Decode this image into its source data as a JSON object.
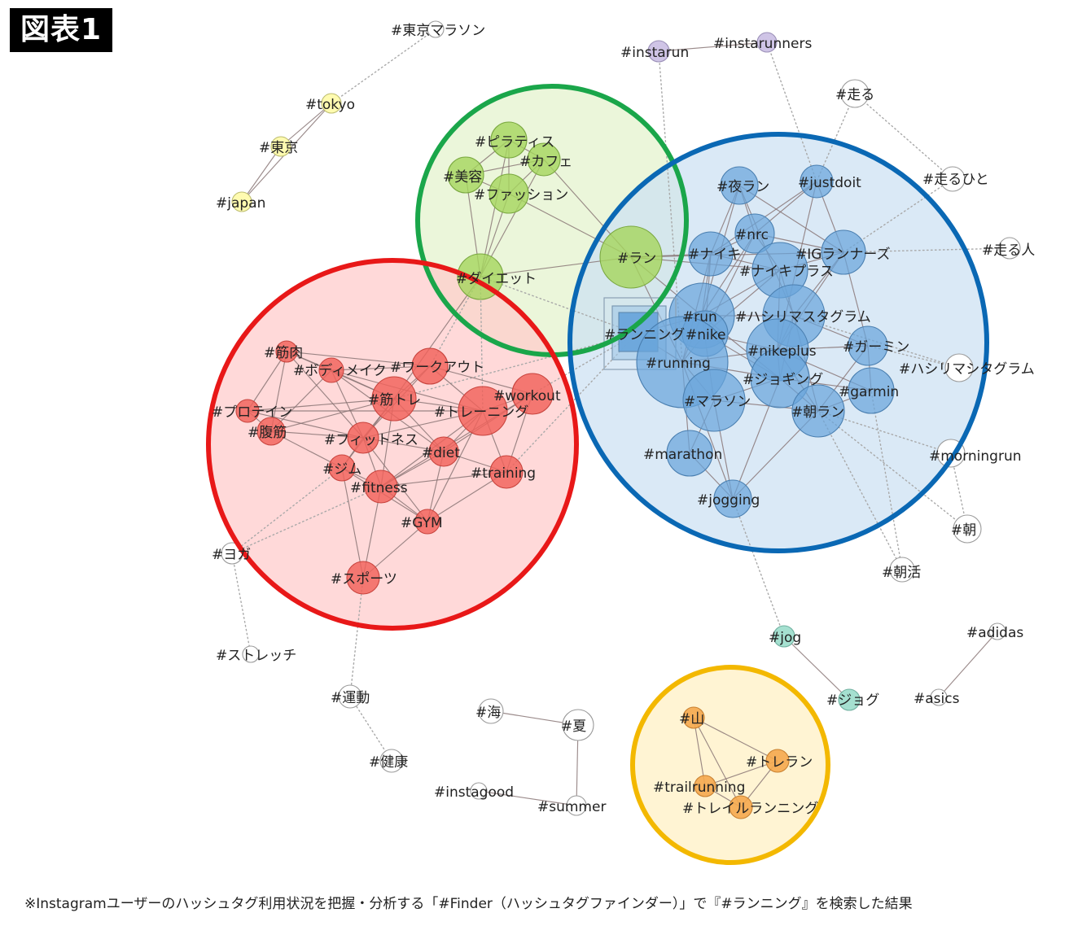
{
  "title_badge": "図表1",
  "footnote": "※Instagramユーザーのハッシュタグ利用状況を把握・分析する「#Finder（ハッシュタグファインダー）」で『#ランニング』を検索した結果",
  "colors": {
    "red": "#e81818",
    "green": "#1aa64a",
    "blue": "#0a68b4",
    "yellow": "#f3b800",
    "red_node": "#f2625a",
    "green_node": "#a5d65c",
    "blue_node": "#6aa5db",
    "yellow_node": "#fffbb0",
    "purple_node": "#cfc4e6",
    "teal_node": "#a5e0d0",
    "orange_node": "#f5a94e"
  },
  "groups": [
    {
      "id": "green",
      "color": "#1aa64a",
      "fill": "#e3f3cc"
    },
    {
      "id": "blue",
      "color": "#0a68b4",
      "fill": "#cce1f3"
    },
    {
      "id": "red",
      "color": "#e81818",
      "fill": "#ffcaca"
    },
    {
      "id": "yellow",
      "color": "#f3b800",
      "fill": "#fff0c2"
    }
  ],
  "nodes": [
    {
      "id": "tokyomarathon",
      "label": "#東京マラソン",
      "group": "white"
    },
    {
      "id": "tokyo",
      "label": "#tokyo",
      "group": "yellow"
    },
    {
      "id": "toukyou",
      "label": "#東京",
      "group": "yellow"
    },
    {
      "id": "japan",
      "label": "#japan",
      "group": "yellow"
    },
    {
      "id": "instarun",
      "label": "#instarun",
      "group": "purple"
    },
    {
      "id": "instarunners",
      "label": "#instarunners",
      "group": "purple"
    },
    {
      "id": "hashiru",
      "label": "#走る",
      "group": "white"
    },
    {
      "id": "hashiruhito",
      "label": "#走るひと",
      "group": "white"
    },
    {
      "id": "hashiruhito2",
      "label": "#走る人",
      "group": "white"
    },
    {
      "id": "pilates",
      "label": "#ピラティス",
      "group": "green"
    },
    {
      "id": "cafe",
      "label": "#カフェ",
      "group": "green"
    },
    {
      "id": "biyou",
      "label": "#美容",
      "group": "green"
    },
    {
      "id": "fashion",
      "label": "#ファッション",
      "group": "green"
    },
    {
      "id": "ran",
      "label": "#ラン",
      "group": "green"
    },
    {
      "id": "diet_jp",
      "label": "#ダイエット",
      "group": "green"
    },
    {
      "id": "yoru",
      "label": "#夜ラン",
      "group": "blue"
    },
    {
      "id": "justdoit",
      "label": "#justdoit",
      "group": "blue"
    },
    {
      "id": "nrc",
      "label": "#nrc",
      "group": "blue"
    },
    {
      "id": "nike_jp",
      "label": "#ナイキ",
      "group": "blue"
    },
    {
      "id": "igrunners",
      "label": "#IGランナーズ",
      "group": "blue"
    },
    {
      "id": "nikeplus_jp",
      "label": "#ナイキプラス",
      "group": "blue"
    },
    {
      "id": "run",
      "label": "#run",
      "group": "blue"
    },
    {
      "id": "hashirimasu",
      "label": "#ハシリマスタグラム",
      "group": "blue"
    },
    {
      "id": "running_jp",
      "label": "#ランニング",
      "group": "blue"
    },
    {
      "id": "nike",
      "label": "#nike",
      "group": "blue"
    },
    {
      "id": "running",
      "label": "#running",
      "group": "blue"
    },
    {
      "id": "nikeplus",
      "label": "#nikeplus",
      "group": "blue"
    },
    {
      "id": "garmin_jp",
      "label": "#ガーミン",
      "group": "blue"
    },
    {
      "id": "hashirimashi",
      "label": "#ハシリマシタグラム",
      "group": "white"
    },
    {
      "id": "jogging_jp",
      "label": "#ジョギング",
      "group": "blue"
    },
    {
      "id": "garmin",
      "label": "#garmin",
      "group": "blue"
    },
    {
      "id": "marathon_jp",
      "label": "#マラソン",
      "group": "blue"
    },
    {
      "id": "asa_ran",
      "label": "#朝ラン",
      "group": "blue"
    },
    {
      "id": "marathon",
      "label": "#marathon",
      "group": "blue"
    },
    {
      "id": "morningrun",
      "label": "#morningrun",
      "group": "white"
    },
    {
      "id": "jogging",
      "label": "#jogging",
      "group": "blue"
    },
    {
      "id": "asa",
      "label": "#朝",
      "group": "white"
    },
    {
      "id": "asakatsu",
      "label": "#朝活",
      "group": "white"
    },
    {
      "id": "kinniku",
      "label": "#筋肉",
      "group": "red"
    },
    {
      "id": "bodymake",
      "label": "#ボディメイク",
      "group": "red"
    },
    {
      "id": "workout_jp",
      "label": "#ワークアウト",
      "group": "red"
    },
    {
      "id": "kintore",
      "label": "#筋トレ",
      "group": "red"
    },
    {
      "id": "workout",
      "label": "#workout",
      "group": "red"
    },
    {
      "id": "protein",
      "label": "#プロテイン",
      "group": "red"
    },
    {
      "id": "training_jp",
      "label": "#トレーニング",
      "group": "red"
    },
    {
      "id": "fukkin",
      "label": "#腹筋",
      "group": "red"
    },
    {
      "id": "fitness_jp",
      "label": "#フィットネス",
      "group": "red"
    },
    {
      "id": "diet",
      "label": "#diet",
      "group": "red"
    },
    {
      "id": "gym_jp",
      "label": "#ジム",
      "group": "red"
    },
    {
      "id": "training",
      "label": "#training",
      "group": "red"
    },
    {
      "id": "fitness",
      "label": "#fitness",
      "group": "red"
    },
    {
      "id": "gym",
      "label": "#GYM",
      "group": "red"
    },
    {
      "id": "sports",
      "label": "#スポーツ",
      "group": "red"
    },
    {
      "id": "yoga",
      "label": "#ヨガ",
      "group": "white"
    },
    {
      "id": "stretch",
      "label": "#ストレッチ",
      "group": "white"
    },
    {
      "id": "undou",
      "label": "#運動",
      "group": "white"
    },
    {
      "id": "kenkou",
      "label": "#健康",
      "group": "white"
    },
    {
      "id": "umi",
      "label": "#海",
      "group": "white"
    },
    {
      "id": "natsu",
      "label": "#夏",
      "group": "white"
    },
    {
      "id": "instagood",
      "label": "#instagood",
      "group": "white"
    },
    {
      "id": "summer",
      "label": "#summer",
      "group": "white"
    },
    {
      "id": "jog",
      "label": "#jog",
      "group": "teal"
    },
    {
      "id": "jog_jp",
      "label": "#ジョグ",
      "group": "teal"
    },
    {
      "id": "adidas",
      "label": "#adidas",
      "group": "white"
    },
    {
      "id": "asics",
      "label": "#asics",
      "group": "white"
    },
    {
      "id": "yama",
      "label": "#山",
      "group": "orange"
    },
    {
      "id": "toreran",
      "label": "#トレラン",
      "group": "orange"
    },
    {
      "id": "trailrunning",
      "label": "#trailrunning",
      "group": "orange"
    },
    {
      "id": "trail_jp",
      "label": "#トレイルランニング",
      "group": "orange"
    }
  ],
  "edges": [
    [
      "tokyo",
      "toukyou"
    ],
    [
      "toukyou",
      "japan"
    ],
    [
      "tokyo",
      "japan"
    ],
    [
      "instarun",
      "instarunners"
    ],
    [
      "jog",
      "jog_jp"
    ],
    [
      "adidas",
      "asics"
    ],
    [
      "umi",
      "natsu"
    ],
    [
      "natsu",
      "summer"
    ],
    [
      "instagood",
      "summer"
    ],
    [
      "yama",
      "toreran"
    ],
    [
      "yama",
      "trailrunning"
    ],
    [
      "yama",
      "trail_jp"
    ],
    [
      "toreran",
      "trailrunning"
    ],
    [
      "toreran",
      "trail_jp"
    ],
    [
      "trailrunning",
      "trail_jp"
    ],
    [
      "pilates",
      "cafe"
    ],
    [
      "pilates",
      "biyou"
    ],
    [
      "pilates",
      "fashion"
    ],
    [
      "cafe",
      "fashion"
    ],
    [
      "biyou",
      "fashion"
    ],
    [
      "biyou",
      "cafe"
    ],
    [
      "diet_jp",
      "pilates"
    ],
    [
      "diet_jp",
      "cafe"
    ],
    [
      "diet_jp",
      "biyou"
    ],
    [
      "diet_jp",
      "fashion"
    ],
    [
      "ran",
      "diet_jp"
    ],
    [
      "ran",
      "cafe"
    ],
    [
      "ran",
      "fashion"
    ],
    [
      "ran",
      "nike_jp"
    ],
    [
      "ran",
      "igrunners"
    ],
    [
      "ran",
      "run"
    ],
    [
      "ran",
      "running"
    ],
    [
      "ran",
      "nikeplus_jp"
    ],
    [
      "yoru",
      "nrc"
    ],
    [
      "yoru",
      "nike_jp"
    ],
    [
      "yoru",
      "igrunners"
    ],
    [
      "yoru",
      "hashirimasu"
    ],
    [
      "yoru",
      "run"
    ],
    [
      "justdoit",
      "nrc"
    ],
    [
      "justdoit",
      "igrunners"
    ],
    [
      "justdoit",
      "nike_jp"
    ],
    [
      "justdoit",
      "nikeplus"
    ],
    [
      "nrc",
      "nike_jp"
    ],
    [
      "nrc",
      "igrunners"
    ],
    [
      "nrc",
      "nikeplus_jp"
    ],
    [
      "nrc",
      "run"
    ],
    [
      "nrc",
      "nike"
    ],
    [
      "nike_jp",
      "nikeplus_jp"
    ],
    [
      "nike_jp",
      "run"
    ],
    [
      "nike_jp",
      "nike"
    ],
    [
      "nike_jp",
      "running"
    ],
    [
      "igrunners",
      "nikeplus_jp"
    ],
    [
      "igrunners",
      "hashirimasu"
    ],
    [
      "igrunners",
      "garmin_jp"
    ],
    [
      "igrunners",
      "nikeplus"
    ],
    [
      "nikeplus_jp",
      "run"
    ],
    [
      "nikeplus_jp",
      "hashirimasu"
    ],
    [
      "nikeplus_jp",
      "nikeplus"
    ],
    [
      "nikeplus_jp",
      "nike"
    ],
    [
      "run",
      "nike"
    ],
    [
      "run",
      "running"
    ],
    [
      "run",
      "hashirimasu"
    ],
    [
      "run",
      "marathon_jp"
    ],
    [
      "run",
      "jogging_jp"
    ],
    [
      "hashirimasu",
      "nikeplus"
    ],
    [
      "hashirimasu",
      "garmin_jp"
    ],
    [
      "hashirimasu",
      "jogging_jp"
    ],
    [
      "hashirimasu",
      "asa_ran"
    ],
    [
      "nike",
      "running"
    ],
    [
      "nike",
      "nikeplus"
    ],
    [
      "nike",
      "jogging_jp"
    ],
    [
      "running",
      "marathon_jp"
    ],
    [
      "running",
      "jogging_jp"
    ],
    [
      "running",
      "marathon"
    ],
    [
      "running",
      "jogging"
    ],
    [
      "running",
      "nikeplus"
    ],
    [
      "nikeplus",
      "garmin_jp"
    ],
    [
      "nikeplus",
      "jogging_jp"
    ],
    [
      "nikeplus",
      "garmin"
    ],
    [
      "nikeplus",
      "asa_ran"
    ],
    [
      "garmin_jp",
      "garmin"
    ],
    [
      "garmin_jp",
      "asa_ran"
    ],
    [
      "jogging_jp",
      "marathon_jp"
    ],
    [
      "jogging_jp",
      "asa_ran"
    ],
    [
      "jogging_jp",
      "garmin"
    ],
    [
      "jogging_jp",
      "jogging"
    ],
    [
      "marathon_jp",
      "marathon"
    ],
    [
      "marathon_jp",
      "jogging"
    ],
    [
      "marathon_jp",
      "asa_ran"
    ],
    [
      "marathon",
      "jogging"
    ],
    [
      "asa_ran",
      "garmin"
    ],
    [
      "asa_ran",
      "jogging"
    ],
    [
      "running_jp",
      "run"
    ],
    [
      "running_jp",
      "running"
    ],
    [
      "running_jp",
      "nike"
    ],
    [
      "kinniku",
      "bodymake"
    ],
    [
      "kinniku",
      "kintore"
    ],
    [
      "kinniku",
      "protein"
    ],
    [
      "kinniku",
      "fukkin"
    ],
    [
      "kinniku",
      "fitness_jp"
    ],
    [
      "kinniku",
      "workout_jp"
    ],
    [
      "bodymake",
      "kintore"
    ],
    [
      "bodymake",
      "workout_jp"
    ],
    [
      "bodymake",
      "fukkin"
    ],
    [
      "bodymake",
      "fitness_jp"
    ],
    [
      "bodymake",
      "diet"
    ],
    [
      "bodymake",
      "training_jp"
    ],
    [
      "workout_jp",
      "kintore"
    ],
    [
      "workout_jp",
      "training_jp"
    ],
    [
      "workout_jp",
      "workout"
    ],
    [
      "workout_jp",
      "fitness_jp"
    ],
    [
      "kintore",
      "training_jp"
    ],
    [
      "kintore",
      "fitness_jp"
    ],
    [
      "kintore",
      "protein"
    ],
    [
      "kintore",
      "fukkin"
    ],
    [
      "kintore",
      "diet"
    ],
    [
      "kintore",
      "gym_jp"
    ],
    [
      "kintore",
      "fitness"
    ],
    [
      "workout",
      "training_jp"
    ],
    [
      "workout",
      "training"
    ],
    [
      "workout",
      "fitness"
    ],
    [
      "workout",
      "diet"
    ],
    [
      "protein",
      "fukkin"
    ],
    [
      "protein",
      "fitness_jp"
    ],
    [
      "protein",
      "training_jp"
    ],
    [
      "fukkin",
      "fitness_jp"
    ],
    [
      "fukkin",
      "gym_jp"
    ],
    [
      "training_jp",
      "fitness_jp"
    ],
    [
      "training_jp",
      "diet"
    ],
    [
      "training_jp",
      "training"
    ],
    [
      "training_jp",
      "fitness"
    ],
    [
      "training_jp",
      "gym"
    ],
    [
      "fitness_jp",
      "gym_jp"
    ],
    [
      "fitness_jp",
      "diet"
    ],
    [
      "fitness_jp",
      "fitness"
    ],
    [
      "fitness_jp",
      "gym"
    ],
    [
      "diet",
      "training"
    ],
    [
      "diet",
      "fitness"
    ],
    [
      "diet",
      "gym"
    ],
    [
      "gym_jp",
      "fitness"
    ],
    [
      "gym_jp",
      "gym"
    ],
    [
      "gym_jp",
      "sports"
    ],
    [
      "training",
      "fitness"
    ],
    [
      "training",
      "gym"
    ],
    [
      "fitness",
      "gym"
    ],
    [
      "fitness",
      "sports"
    ],
    [
      "gym",
      "sports"
    ],
    [
      "diet_jp",
      "kintore"
    ]
  ],
  "weak_edges": [
    [
      "tokyomarathon",
      "tokyo"
    ],
    [
      "instarun",
      "running"
    ],
    [
      "instarunners",
      "justdoit"
    ],
    [
      "hashiru",
      "justdoit"
    ],
    [
      "hashiru",
      "hashiruhito"
    ],
    [
      "hashiruhito",
      "igrunners"
    ],
    [
      "hashiruhito2",
      "igrunners"
    ],
    [
      "hashirimashi",
      "garmin_jp"
    ],
    [
      "hashirimashi",
      "hashirimasu"
    ],
    [
      "morningrun",
      "asa_ran"
    ],
    [
      "asa",
      "asa_ran"
    ],
    [
      "asa",
      "morningrun"
    ],
    [
      "asakatsu",
      "asa_ran"
    ],
    [
      "asakatsu",
      "garmin"
    ],
    [
      "yoga",
      "gym_jp"
    ],
    [
      "yoga",
      "stretch"
    ],
    [
      "yoga",
      "fitness"
    ],
    [
      "undou",
      "sports"
    ],
    [
      "undou",
      "kenkou"
    ],
    [
      "jog",
      "jogging"
    ],
    [
      "running_jp",
      "workout"
    ],
    [
      "running_jp",
      "training"
    ],
    [
      "running_jp",
      "diet_jp"
    ],
    [
      "running_jp",
      "kintore"
    ],
    [
      "diet_jp",
      "training_jp"
    ],
    [
      "diet_jp",
      "workout_jp"
    ]
  ]
}
